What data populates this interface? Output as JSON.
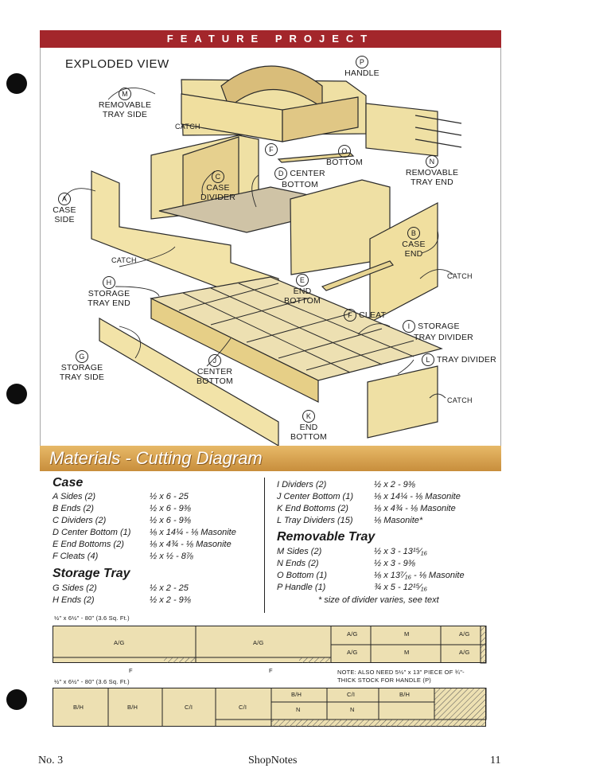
{
  "header": {
    "banner": "FEATURE PROJECT"
  },
  "view": {
    "title": "EXPLODED VIEW",
    "labels": {
      "handle": {
        "letter": "P",
        "text": "HANDLE"
      },
      "removable_tray_side": {
        "letter": "M",
        "text1": "REMOVABLE",
        "text2": "TRAY SIDE"
      },
      "case_side": {
        "letter": "A",
        "text1": "CASE",
        "text2": "SIDE"
      },
      "case_divider": {
        "letter": "C",
        "text1": "CASE",
        "text2": "DIVIDER"
      },
      "center_bottom": {
        "letter": "D",
        "text1": "CENTER",
        "text2": "BOTTOM"
      },
      "bottom": {
        "letter": "O",
        "text": "BOTTOM"
      },
      "cleat_top": {
        "letter": "F"
      },
      "removable_tray_end": {
        "letter": "N",
        "text1": "REMOVABLE",
        "text2": "TRAY END"
      },
      "case_end": {
        "letter": "B",
        "text1": "CASE",
        "text2": "END"
      },
      "storage_tray_end": {
        "letter": "H",
        "text1": "STORAGE",
        "text2": "TRAY END"
      },
      "end_bottom_case": {
        "letter": "E",
        "text1": "END",
        "text2": "BOTTOM"
      },
      "cleat": {
        "letter": "F",
        "text": "CLEAT"
      },
      "storage_tray_divider": {
        "letter": "I",
        "text1": "STORAGE",
        "text2": "TRAY DIVIDER"
      },
      "tray_divider": {
        "letter": "L",
        "text": "TRAY DIVIDER"
      },
      "storage_tray_side": {
        "letter": "G",
        "text1": "STORAGE",
        "text2": "TRAY SIDE"
      },
      "center_bottom_tray": {
        "letter": "J",
        "text1": "CENTER",
        "text2": "BOTTOM"
      },
      "end_bottom_tray": {
        "letter": "K",
        "text1": "END",
        "text2": "BOTTOM"
      }
    },
    "catch": "CATCH"
  },
  "materials": {
    "title": "Materials - Cutting Diagram",
    "case_title": "Case",
    "case": [
      {
        "name": "A  Sides (2)",
        "dim": "½ x 6 - 25"
      },
      {
        "name": "B  Ends (2)",
        "dim": "½ x 6 - 9⅜"
      },
      {
        "name": "C  Dividers (2)",
        "dim": "½ x 6 - 9⅜"
      },
      {
        "name": "D  Center Bottom (1)",
        "dim": "⅛ x 14¼ - ⅛ Masonite"
      },
      {
        "name": "E  End Bottoms (2)",
        "dim": "⅛ x 4¾ - ⅛ Masonite"
      },
      {
        "name": "F  Cleats (4)",
        "dim": "½ x ½ - 8⅞"
      }
    ],
    "storage_title": "Storage Tray",
    "storage": [
      {
        "name": "G  Sides (2)",
        "dim": "½ x 2 - 25"
      },
      {
        "name": "H  Ends (2)",
        "dim": "½ x 2 - 9⅜"
      }
    ],
    "right": [
      {
        "name": "I   Dividers (2)",
        "dim": "½ x 2 - 9⅜"
      },
      {
        "name": "J  Center Bottom (1)",
        "dim": "⅛ x 14¼ - ⅛ Masonite"
      },
      {
        "name": "K  End Bottoms (2)",
        "dim": "⅛ x 4¾ - ⅛ Masonite"
      },
      {
        "name": "L   Tray Dividers (15)",
        "dim": "⅛ Masonite*"
      }
    ],
    "removable_title": "Removable Tray",
    "removable": [
      {
        "name": "M  Sides (2)",
        "dim": "½ x 3 - 13¹⁵⁄₁₆"
      },
      {
        "name": "N  Ends (2)",
        "dim": "½ x 3 - 9⅜"
      },
      {
        "name": "O  Bottom (1)",
        "dim": "⅛ x 13⁷⁄₁₆ - ⅛ Masonite"
      },
      {
        "name": "P  Handle (1)",
        "dim": "¾ x 5 - 12¹⁵⁄₁₆"
      }
    ],
    "footnote": "* size of divider varies, see text",
    "board1_caption": "½\" x 6½\" - 80\" (3.6 Sq. Ft.)",
    "board2_caption": "½\" x 6½\" - 80\" (3.6 Sq. Ft.)",
    "note": "NOTE: ALSO NEED 5½\" x 13\" PIECE OF ¾\"-THICK STOCK FOR HANDLE (P)",
    "b1": {
      "ag1": "A/G",
      "ag2": "A/G",
      "ag3": "A/G",
      "ag4": "A/G",
      "m1": "M",
      "ag5": "A/G",
      "ag6": "A/G",
      "m2": "M",
      "f": "F"
    },
    "b2": {
      "bh1": "B/H",
      "bh2": "B/H",
      "ci1": "C/I",
      "ci2": "C/I",
      "bh3": "B/H",
      "ci3": "C/I",
      "bh4": "B/H",
      "n1": "N",
      "n2": "N"
    }
  },
  "footer": {
    "left": "No. 3",
    "center": "ShopNotes",
    "right": "11"
  }
}
